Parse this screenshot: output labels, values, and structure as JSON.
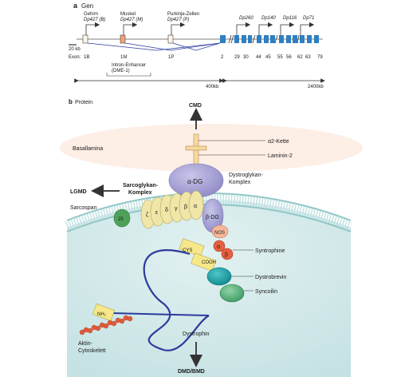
{
  "panel_a": {
    "letter": "a",
    "title": "Gen",
    "promoters": [
      {
        "name": "Gehirn",
        "sub": "Dp427 (B)"
      },
      {
        "name": "Muskel",
        "sub": "Dp427 (M)"
      },
      {
        "name": "Purkinje-Zellen",
        "sub": "Dp427 (P)"
      }
    ],
    "isoforms": [
      "Dp260",
      "Dp140",
      "Dp116",
      "Dp71"
    ],
    "scale_label": "20 kb",
    "exon_label": "Exon:",
    "exons": [
      "1B",
      "1M",
      "1P",
      "2",
      "29",
      "30",
      "44",
      "45",
      "55",
      "56",
      "62",
      "63",
      "79"
    ],
    "enhancer_label": "Intron-Enhancer",
    "enhancer_sub": "(DME-1)",
    "dist_left": "400kb",
    "dist_right": "2400kb"
  },
  "panel_b": {
    "letter": "b",
    "title": "Protein",
    "arrows": {
      "top": "CMD",
      "left": "LGMD",
      "bottom": "DMD/BMD"
    },
    "labels": {
      "basal_lamina": "Basallamina",
      "alpha2": "α2-Kette",
      "laminin": "Laminin-2",
      "dystroglycan": "Dystroglykan-",
      "dystroglycan2": "Komplex",
      "sarcoglycan": "Sarcoglykan-",
      "sarcoglycan2": "Komplex",
      "sarcospan": "Sarcospan",
      "syntrophine": "Syntrophine",
      "dystrobrevin": "Dystrobrevin",
      "syncoilin": "Syncoilin",
      "dystrophin": "Dystrophin",
      "actin": "Aktin-",
      "actin2": "Cytoskelett"
    },
    "protein_text": {
      "alpha_dg": "α-DG",
      "beta_dg": "β-DG",
      "sarcospan": "25",
      "sg": [
        "ζ",
        "ε",
        "δ",
        "γ",
        "β",
        "α"
      ],
      "nos": "NOS",
      "alpha": "α",
      "beta": "β",
      "cys": "CYS",
      "cooh": "COOH",
      "nh2": "NH₂"
    }
  },
  "colors": {
    "exon_blue": "#2f7fc1",
    "membrane": "#bcdfe0",
    "alpha_dg": "#a9a6d6",
    "sarcoglycan": "#efe6a8",
    "sarcospan": "#4fa05a",
    "nos": "#f5b89a",
    "syntrophin": "#e56040",
    "cys_box": "#f6e88a",
    "dystrobrevin": "#16a0a4",
    "syncoilin": "#5ab078",
    "actin": "#e05a3a",
    "dystrophin_line": "#2b3a9c"
  }
}
